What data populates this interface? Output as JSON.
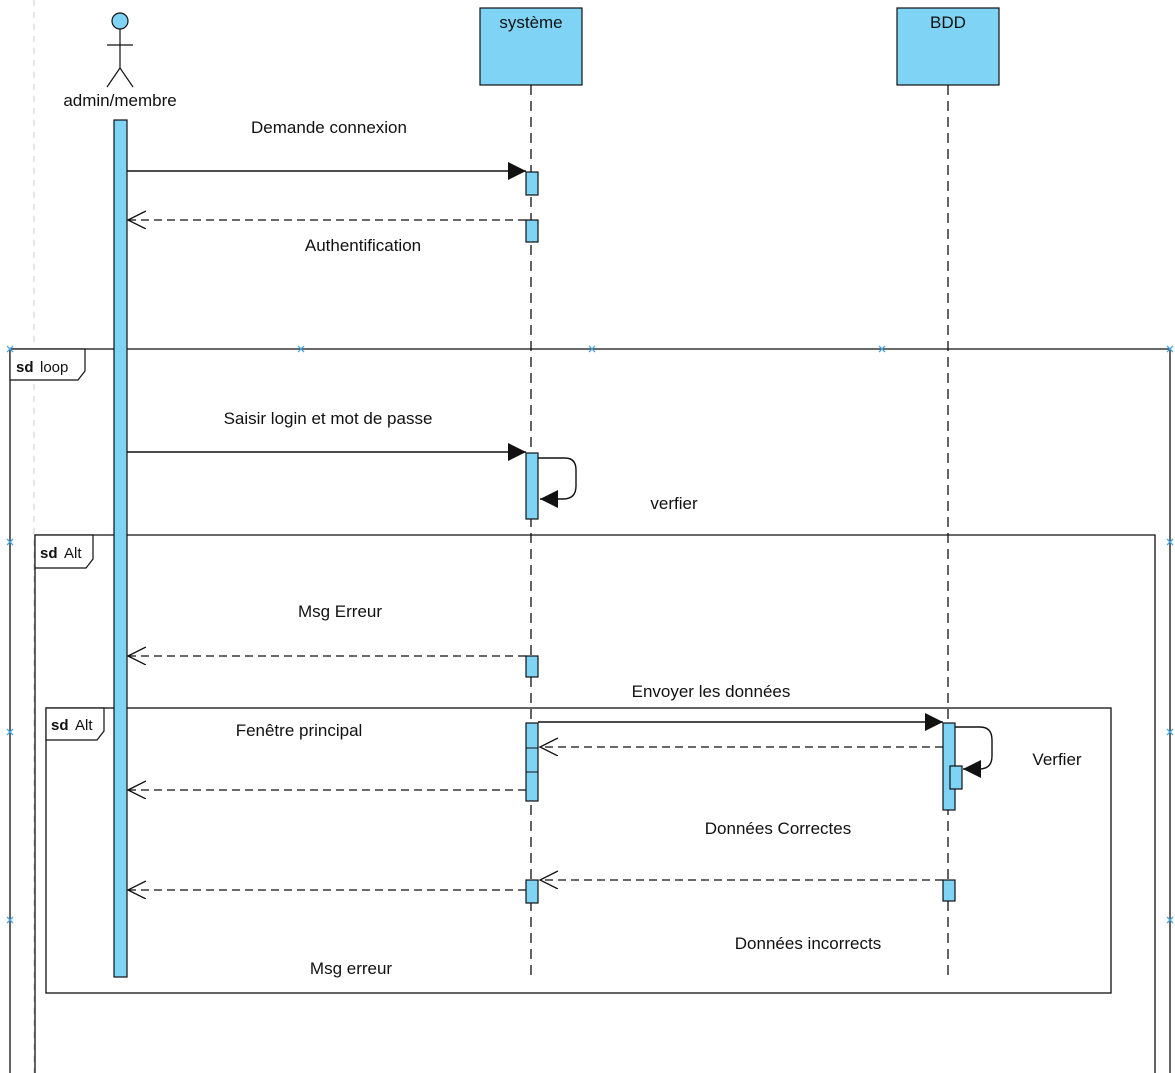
{
  "colors": {
    "fill": "#7fd3f4",
    "stroke": "#111111",
    "handle": "#4aa8e0"
  },
  "lifelines": {
    "actor": {
      "name": "admin/membre",
      "icon": "stick-figure-icon"
    },
    "system": {
      "name": "système"
    },
    "db": {
      "name": "BDD"
    }
  },
  "fragments": {
    "loop": {
      "keyword": "sd",
      "name": "loop"
    },
    "alt_outer": {
      "keyword": "sd",
      "name": "Alt"
    },
    "alt_inner": {
      "keyword": "sd",
      "name": "Alt"
    }
  },
  "messages": {
    "demande_connexion": "Demande connexion",
    "authentification": "Authentification",
    "saisir_login": "Saisir login et mot de passe",
    "verfier_self": "verfier",
    "msg_erreur_1": "Msg Erreur",
    "envoyer_donnees": "Envoyer les données",
    "fenetre_principal": "Fenêtre principal",
    "verfier_db": "Verfier",
    "donnees_correctes": "Données Correctes",
    "donnees_incorrects": "Données incorrects",
    "msg_erreur_2": "Msg erreur"
  }
}
